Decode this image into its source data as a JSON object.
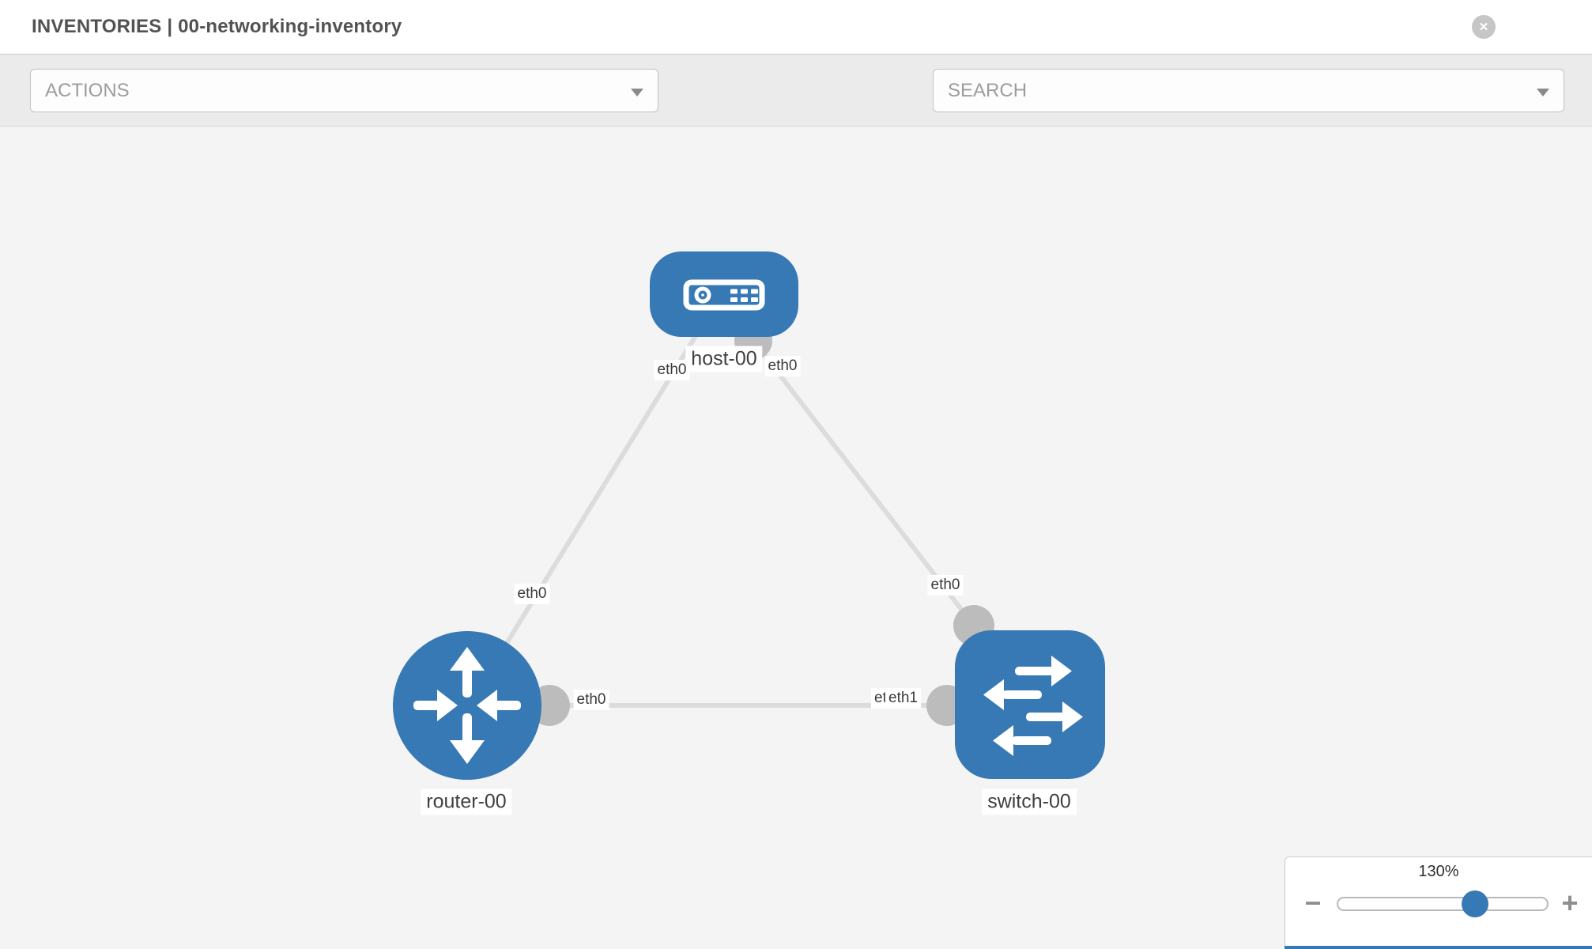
{
  "header": {
    "title": "INVENTORIES | 00-networking-inventory",
    "close_glyph": "✕"
  },
  "toolbar": {
    "actions_label": "ACTIONS",
    "search_placeholder": "SEARCH",
    "icons": [
      "wrench-icon",
      "key-icon",
      "chevron-down-icon"
    ]
  },
  "topology": {
    "nodes": [
      {
        "id": "host-00",
        "type": "host",
        "label": "host-00"
      },
      {
        "id": "router-00",
        "type": "router",
        "label": "router-00"
      },
      {
        "id": "switch-00",
        "type": "switch",
        "label": "switch-00"
      }
    ],
    "links": [
      {
        "from": "host-00",
        "to": "router-00",
        "from_label": "eth0",
        "to_label": "eth0"
      },
      {
        "from": "host-00",
        "to": "switch-00",
        "from_label": "eth0",
        "to_label": "eth0"
      },
      {
        "from": "router-00",
        "to": "switch-00",
        "from_label": "eth0",
        "to_label": "eth1",
        "occluded_label": "eth0"
      }
    ]
  },
  "zoom": {
    "level": "130%",
    "minus_label": "−",
    "plus_label": "+"
  },
  "colors": {
    "node_blue": "#3779b5",
    "link_gray": "#dcdcdc",
    "port_gray": "#bcbcbc",
    "toolbar_bg": "#ebebeb",
    "canvas_bg": "#f4f4f4",
    "muted_text": "#9d9d9d",
    "icon_gray": "#8a8a8a"
  }
}
